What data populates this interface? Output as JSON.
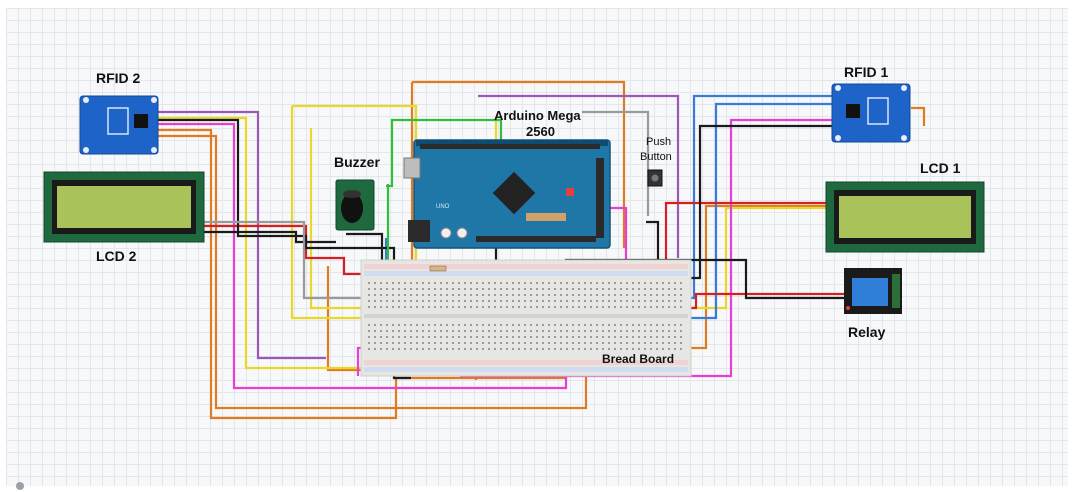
{
  "labels": {
    "rfid2": "RFID 2",
    "rfid1": "RFID 1",
    "lcd2": "LCD 2",
    "lcd1": "LCD 1",
    "buzzer": "Buzzer",
    "arduino_line1": "Arduino Mega",
    "arduino_line2": "2560",
    "push_line1": "Push",
    "push_line2": "Button",
    "relay": "Relay",
    "breadboard": "Bread Board"
  },
  "colors": {
    "arduino_blue": "#1f77a8",
    "rfid_blue": "#1e63c7",
    "lcd_green": "#a9c35a",
    "lcd_frame": "#1e6a3e",
    "breadboard": "#e6e6e3",
    "wire_orange": "#e07b22",
    "wire_yellow": "#e8d82a",
    "wire_magenta": "#e63fd6",
    "wire_blue": "#3b7bd8",
    "wire_red": "#d42020",
    "wire_black": "#1a1a1a",
    "wire_green": "#2fbf3a",
    "wire_purple": "#9b59b6"
  }
}
